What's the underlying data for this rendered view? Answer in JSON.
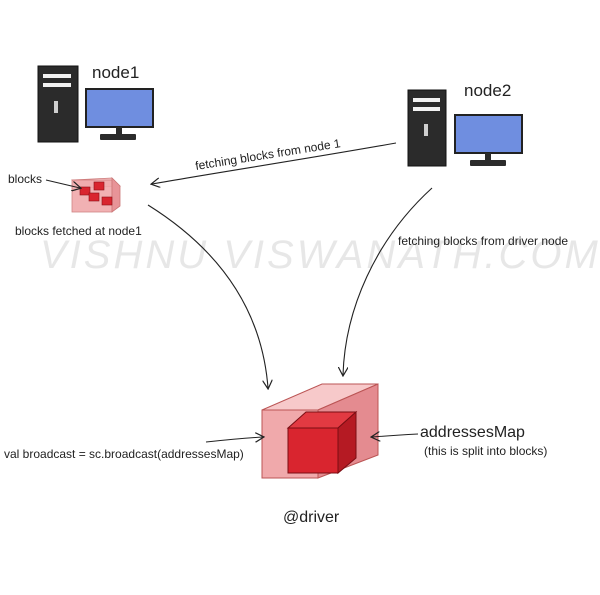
{
  "nodes": {
    "node1_label": "node1",
    "node2_label": "node2"
  },
  "labels": {
    "blocks": "blocks",
    "blocks_fetched": "blocks fetched at node1",
    "fetching_node1": "fetching blocks from node 1",
    "fetching_driver": "fetching blocks from driver node",
    "broadcast_code": "val broadcast = sc.broadcast(addressesMap)",
    "addresses_map": "addressesMap",
    "split_note": "(this is split into blocks)",
    "driver": "@driver"
  },
  "watermark": "VISHNU VISWANATH.COM",
  "icons": [
    "computer-tower-icon",
    "monitor-icon",
    "block-cube-icon"
  ],
  "colors": {
    "tower": "#2b2b2b",
    "monitor_screen": "#6f8ee0",
    "cube_face": "#f0a9ab",
    "block_red": "#d9252f",
    "line": "#222222"
  }
}
